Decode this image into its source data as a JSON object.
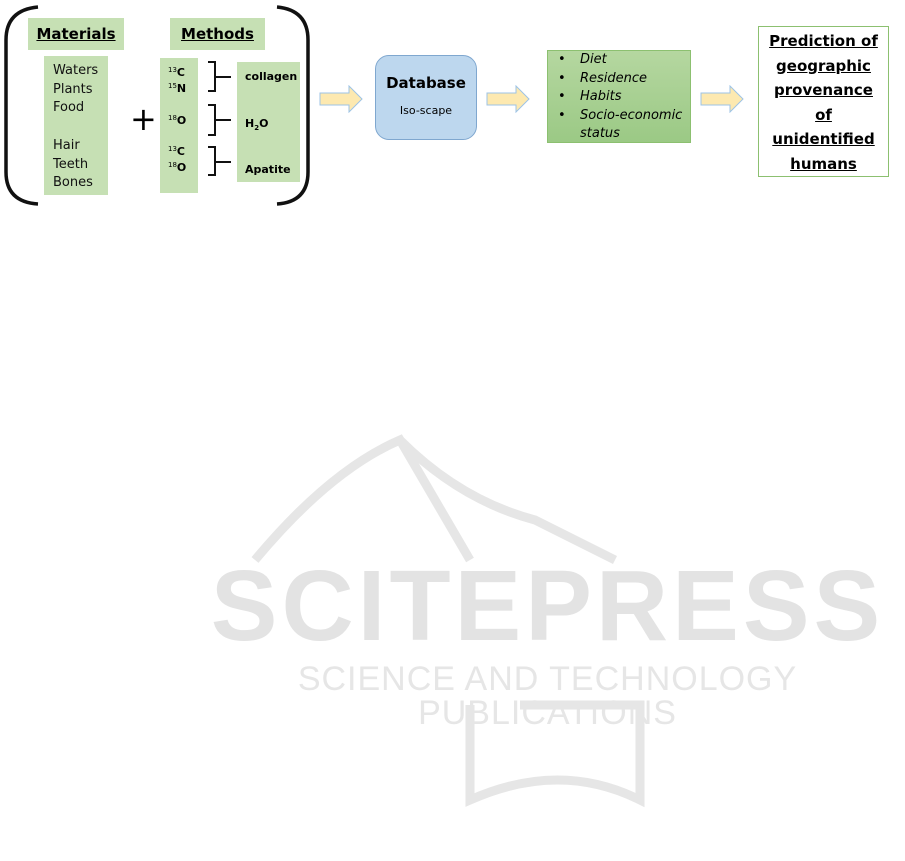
{
  "materials": {
    "title": "Materials",
    "items": [
      "Waters",
      "Plants",
      "Food",
      "",
      "Hair",
      "Teeth",
      "Bones"
    ]
  },
  "plus": "+",
  "methods": {
    "title": "Methods",
    "isotopes": [
      {
        "mass": "13",
        "element": "C"
      },
      {
        "mass": "15",
        "element": "N"
      },
      {
        "mass": "18",
        "element": "O"
      },
      {
        "mass": "13",
        "element": "C"
      },
      {
        "mass": "18",
        "element": "O"
      }
    ],
    "targets": [
      "collagen",
      "H2O",
      "Apatite"
    ]
  },
  "database": {
    "title": "Database",
    "subtitle": "Iso-scape"
  },
  "outcomes": [
    "Diet",
    "Residence",
    "Habits",
    "Socio-economic status"
  ],
  "prediction": [
    "Prediction of",
    "geographic",
    "provenance",
    "of",
    "unidentified",
    "humans"
  ],
  "watermark": {
    "title": "SCITEPRESS",
    "subtitle": "SCIENCE AND TECHNOLOGY PUBLICATIONS"
  },
  "colors": {
    "green_light": "#c6e0b4",
    "blue": "#bdd7ee",
    "arrow": "#fde9b0"
  }
}
